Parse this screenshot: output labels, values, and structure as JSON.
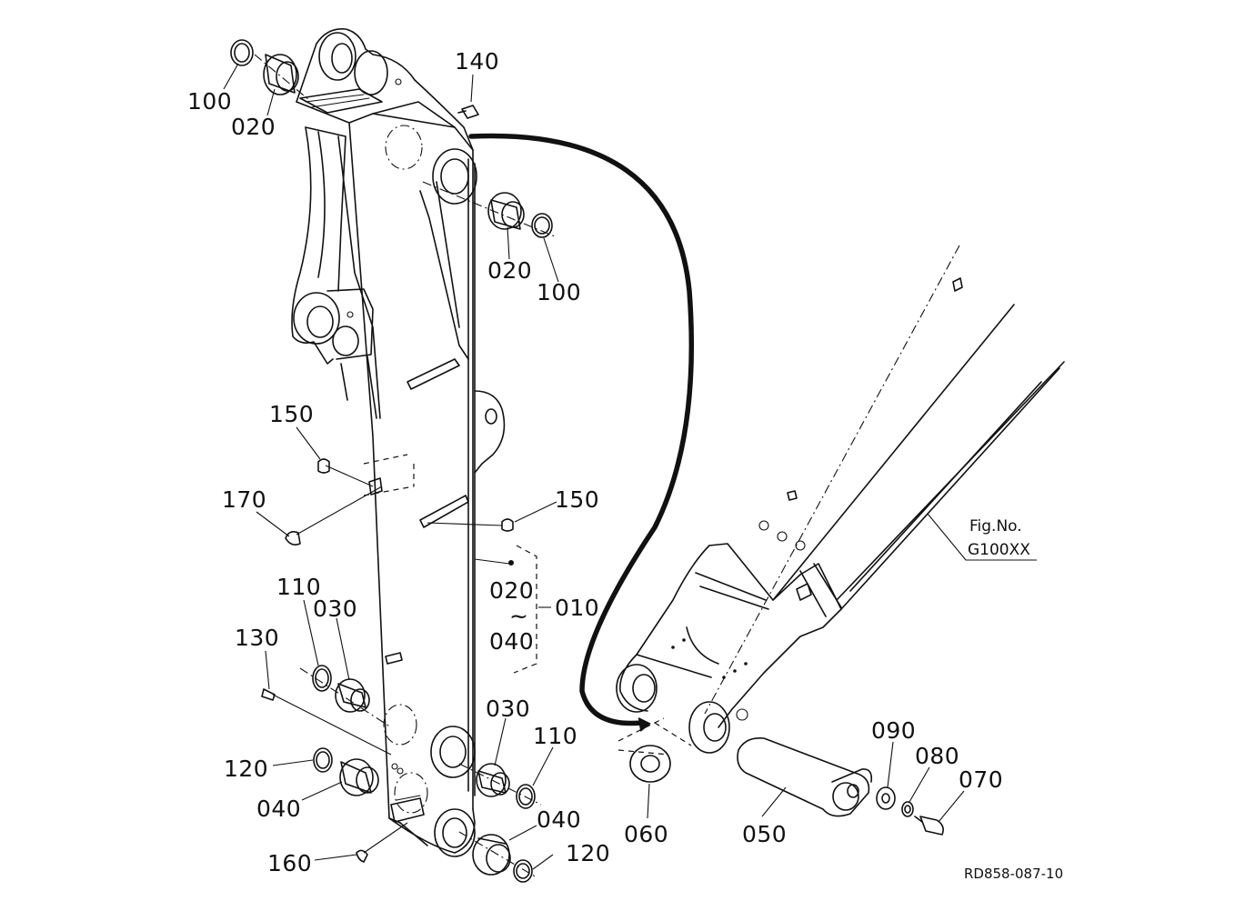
{
  "labels": {
    "p100a": "100",
    "p020a": "020",
    "p140": "140",
    "p020b": "020",
    "p100b": "100",
    "p150a": "150",
    "p170": "170",
    "p150b": "150",
    "p020c": "020",
    "range_sep": "~",
    "p040c": "040",
    "p010": "010",
    "p110a": "110",
    "p030a": "030",
    "p130": "130",
    "p030b": "030",
    "p110b": "110",
    "p120a": "120",
    "p040a": "040",
    "p040b": "040",
    "p120b": "120",
    "p160": "160",
    "p060": "060",
    "p050": "050",
    "p090": "090",
    "p080": "080",
    "p070": "070"
  },
  "figref": {
    "line1": "Fig.No.",
    "line2": "G100XX"
  },
  "drawing_id": "RD858-087-10"
}
